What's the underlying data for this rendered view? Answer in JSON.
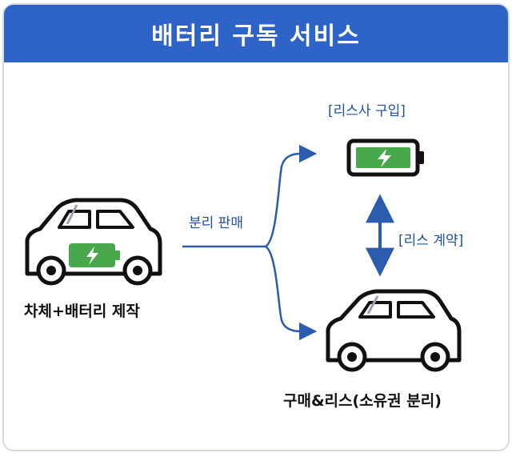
{
  "title": "배터리 구독 서비스",
  "labels": {
    "left_caption": "차체+배터리 제작",
    "split_label": "분리 판매",
    "lease_purchase": "[리스사 구입]",
    "lease_contract": "[리스 계약]",
    "right_caption": "구매&리스(소유권 분리)"
  },
  "colors": {
    "header": "#2e64c8",
    "arrow": "#2b5cad",
    "battery": "#49a84c",
    "outline": "#111111"
  },
  "icons": [
    "car-icon",
    "battery-icon",
    "bolt-icon"
  ]
}
